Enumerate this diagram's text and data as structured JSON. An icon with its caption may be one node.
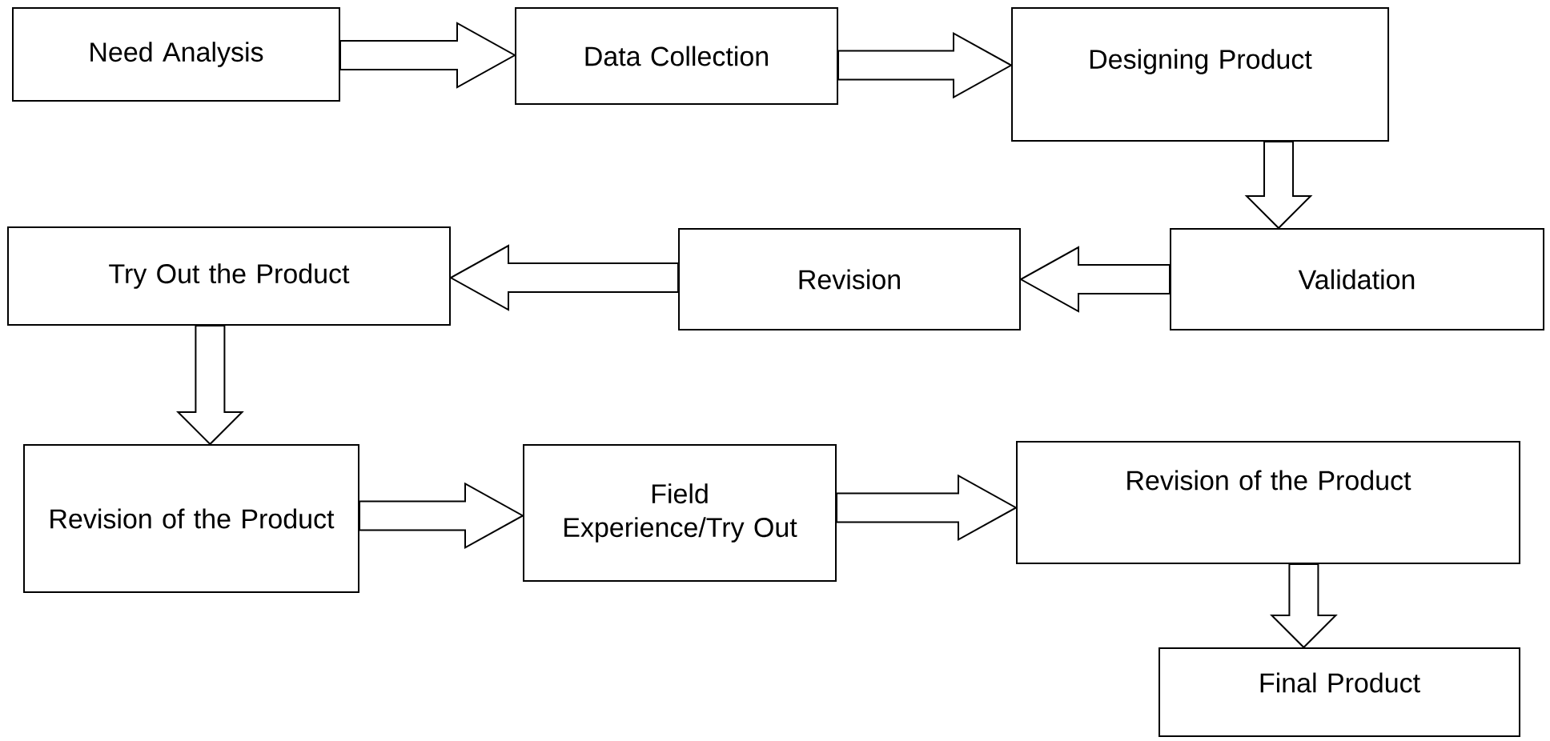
{
  "diagram": {
    "nodes": [
      {
        "text": [
          "Need Analysis"
        ]
      },
      {
        "text": [
          "Data Collection"
        ]
      },
      {
        "text": [
          "Designing Product"
        ]
      },
      {
        "text": [
          "Validation"
        ]
      },
      {
        "text": [
          "Revision"
        ]
      },
      {
        "text": [
          "Try Out the Product"
        ]
      },
      {
        "text": [
          "Revision of the Product"
        ]
      },
      {
        "text": [
          "Field Experience/Try Out"
        ]
      },
      {
        "text": [
          "Revision of the Product"
        ]
      },
      {
        "text": [
          "Final Product"
        ]
      }
    ],
    "edges": [
      {
        "from": 0,
        "to": 1,
        "arrow": "to"
      },
      {
        "from": 1,
        "to": 2,
        "arrow": "to"
      },
      {
        "from": 2,
        "to": 3,
        "arrow": "to"
      },
      {
        "from": 3,
        "to": 4,
        "arrow": "to"
      },
      {
        "from": 4,
        "to": 5,
        "arrow": "to"
      },
      {
        "from": 5,
        "to": 6,
        "arrow": "to"
      },
      {
        "from": 6,
        "to": 7,
        "arrow": "to"
      },
      {
        "from": 7,
        "to": 8,
        "arrow": "to"
      },
      {
        "from": 8,
        "to": 9,
        "arrow": "to"
      }
    ]
  }
}
